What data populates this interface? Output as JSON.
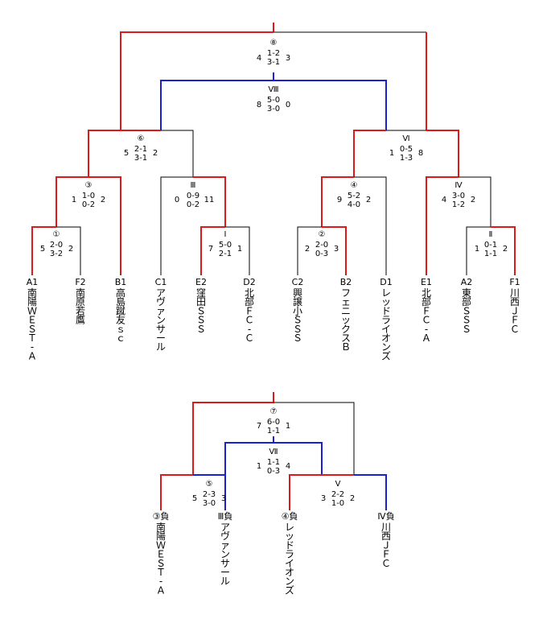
{
  "tournament": {
    "matches": [
      {
        "id": "m8",
        "mark": "⑧",
        "left": "4",
        "right": "3",
        "s1": "1-2",
        "s2": "3-1"
      },
      {
        "id": "mVIII",
        "mark": "Ⅷ",
        "left": "8",
        "right": "0",
        "s1": "5-0",
        "s2": "3-0"
      },
      {
        "id": "m6",
        "mark": "⑥",
        "left": "5",
        "right": "2",
        "s1": "2-1",
        "s2": "3-1"
      },
      {
        "id": "mVI",
        "mark": "Ⅵ",
        "left": "1",
        "right": "8",
        "s1": "0-5",
        "s2": "1-3"
      },
      {
        "id": "m3",
        "mark": "③",
        "left": "1",
        "right": "2",
        "s1": "1-0",
        "s2": "0-2"
      },
      {
        "id": "mIII",
        "mark": "Ⅲ",
        "left": "0",
        "right": "11",
        "s1": "0-9",
        "s2": "0-2"
      },
      {
        "id": "m4",
        "mark": "④",
        "left": "9",
        "right": "2",
        "s1": "5-2",
        "s2": "4-0"
      },
      {
        "id": "mIV",
        "mark": "Ⅳ",
        "left": "4",
        "right": "2",
        "s1": "3-0",
        "s2": "1-2"
      },
      {
        "id": "m1",
        "mark": "①",
        "left": "5",
        "right": "2",
        "s1": "2-0",
        "s2": "3-2"
      },
      {
        "id": "mI",
        "mark": "Ⅰ",
        "left": "7",
        "right": "1",
        "s1": "5-0",
        "s2": "2-1"
      },
      {
        "id": "m2",
        "mark": "②",
        "left": "2",
        "right": "3",
        "s1": "2-0",
        "s2": "0-3"
      },
      {
        "id": "mII",
        "mark": "Ⅱ",
        "left": "1",
        "right": "2",
        "s1": "0-1",
        "s2": "1-1"
      }
    ],
    "teams": [
      {
        "code": "A1",
        "name": "南陽ＷＥＳＴ-Ａ"
      },
      {
        "code": "F2",
        "name": "南原若鷹"
      },
      {
        "code": "B1",
        "name": "高島蹴友ｓｃ"
      },
      {
        "code": "C1",
        "name": "アヴァンサール"
      },
      {
        "code": "E2",
        "name": "窪田ＳＳＳ"
      },
      {
        "code": "D2",
        "name": "北部ＦＣ-Ｃ"
      },
      {
        "code": "C2",
        "name": "興譲小ＳＳＳ"
      },
      {
        "code": "B2",
        "name": "フェニックスＢ"
      },
      {
        "code": "D1",
        "name": "レッドライオンズ"
      },
      {
        "code": "E1",
        "name": "北部ＦＣ-Ａ"
      },
      {
        "code": "A2",
        "name": "東部ＳＳＳ"
      },
      {
        "code": "F1",
        "name": "川西ＪＦＣ"
      }
    ]
  },
  "consolation": {
    "matches": [
      {
        "id": "m7",
        "mark": "⑦",
        "left": "7",
        "right": "1",
        "s1": "6-0",
        "s2": "1-1"
      },
      {
        "id": "mVII",
        "mark": "Ⅶ",
        "left": "1",
        "right": "4",
        "s1": "1-1",
        "s2": "0-3"
      },
      {
        "id": "m5",
        "mark": "⑤",
        "left": "5",
        "right": "3",
        "s1": "2-3",
        "s2": "3-0"
      },
      {
        "id": "mV",
        "mark": "Ⅴ",
        "left": "3",
        "right": "2",
        "s1": "2-2",
        "s2": "1-0"
      }
    ],
    "teams": [
      {
        "code": "③負",
        "name": "南陽ＷＥＳＴ-Ａ"
      },
      {
        "code": "Ⅲ負",
        "name": "アヴァンサール"
      },
      {
        "code": "④負",
        "name": "レッドライオンズ"
      },
      {
        "code": "Ⅳ負",
        "name": "川西ＪＦＣ"
      }
    ]
  },
  "colors": {
    "winner_line": "#e01818",
    "second_bracket_line": "#1a22d0",
    "plain_line": "#000000"
  }
}
